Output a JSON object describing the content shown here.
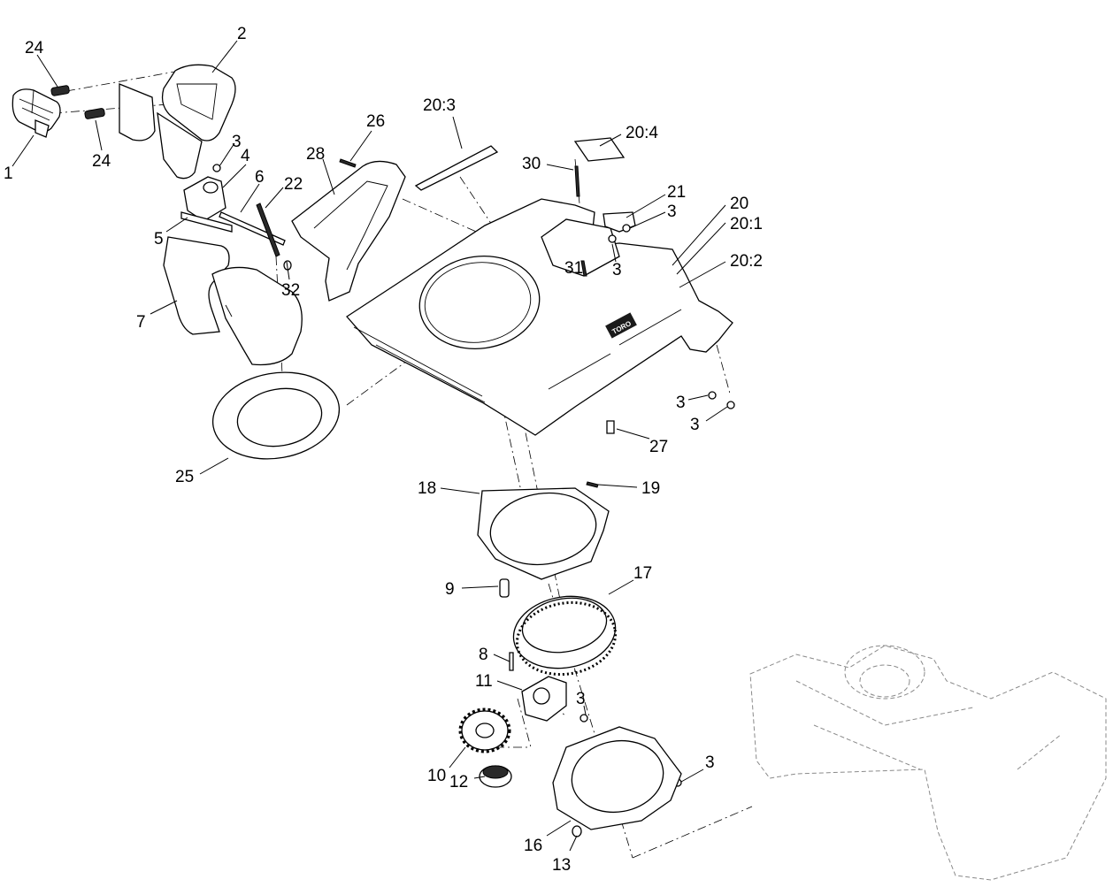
{
  "diagram": {
    "brand_logo": "TORO",
    "callouts": [
      {
        "id": "c-24a",
        "text": "24"
      },
      {
        "id": "c-2",
        "text": "2"
      },
      {
        "id": "c-1",
        "text": "1"
      },
      {
        "id": "c-24b",
        "text": "24"
      },
      {
        "id": "c-3a",
        "text": "3"
      },
      {
        "id": "c-4",
        "text": "4"
      },
      {
        "id": "c-6",
        "text": "6"
      },
      {
        "id": "c-22",
        "text": "22"
      },
      {
        "id": "c-5",
        "text": "5"
      },
      {
        "id": "c-32",
        "text": "32"
      },
      {
        "id": "c-7",
        "text": "7"
      },
      {
        "id": "c-28",
        "text": "28"
      },
      {
        "id": "c-26",
        "text": "26"
      },
      {
        "id": "c-20-3",
        "text": "20:3"
      },
      {
        "id": "c-20-4",
        "text": "20:4"
      },
      {
        "id": "c-30",
        "text": "30"
      },
      {
        "id": "c-21",
        "text": "21"
      },
      {
        "id": "c-3b",
        "text": "3"
      },
      {
        "id": "c-20",
        "text": "20"
      },
      {
        "id": "c-20-1",
        "text": "20:1"
      },
      {
        "id": "c-20-2",
        "text": "20:2"
      },
      {
        "id": "c-31",
        "text": "31"
      },
      {
        "id": "c-3c",
        "text": "3"
      },
      {
        "id": "c-3d",
        "text": "3"
      },
      {
        "id": "c-3e",
        "text": "3"
      },
      {
        "id": "c-27",
        "text": "27"
      },
      {
        "id": "c-25",
        "text": "25"
      },
      {
        "id": "c-18",
        "text": "18"
      },
      {
        "id": "c-19",
        "text": "19"
      },
      {
        "id": "c-9",
        "text": "9"
      },
      {
        "id": "c-17",
        "text": "17"
      },
      {
        "id": "c-8",
        "text": "8"
      },
      {
        "id": "c-11",
        "text": "11"
      },
      {
        "id": "c-3f",
        "text": "3"
      },
      {
        "id": "c-10",
        "text": "10"
      },
      {
        "id": "c-12",
        "text": "12"
      },
      {
        "id": "c-3g",
        "text": "3"
      },
      {
        "id": "c-16",
        "text": "16"
      },
      {
        "id": "c-13",
        "text": "13"
      }
    ]
  }
}
